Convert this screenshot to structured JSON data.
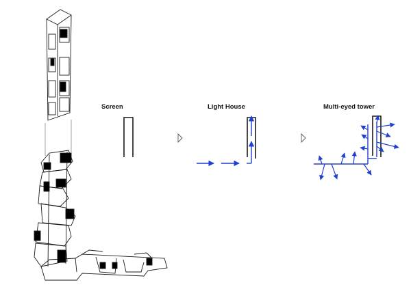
{
  "stages": [
    {
      "label": "Screen"
    },
    {
      "label": "Light House"
    },
    {
      "label": "Multi-eyed tower"
    }
  ],
  "colors": {
    "line": "#1a1a1a",
    "arrow": "#1f3fcf",
    "fill": "#000000",
    "connector": "#888888"
  },
  "icons": {
    "stage_separator": "triangle-chevron-icon",
    "arrow": "blue-arrow-icon"
  }
}
